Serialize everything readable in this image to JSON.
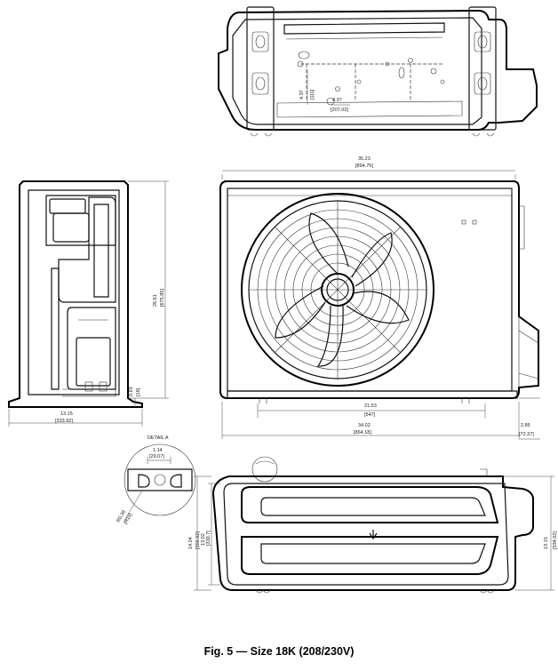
{
  "caption": "Fig. 5 — Size 18K (208/230V)",
  "detail_label": "DETAIL A",
  "dimensions": {
    "top_inner_width": "4.37",
    "top_inner_width_mm": "[111]",
    "top_offset": "4.37",
    "top_offset_mm": "[207.03]",
    "front_width": "35.23",
    "front_width_mm": "[894.75]",
    "front_height": "26.61",
    "front_height_mm": "[675.85]",
    "side_base_width": "13.15",
    "side_base_width_mm": "[333.92]",
    "side_foot_height": "0.63",
    "side_foot_height_mm": "[16]",
    "base_span": "21.53",
    "base_span_mm": "[547]",
    "overall_width": "34.02",
    "overall_width_mm": "[864.18]",
    "right_offset": "2.85",
    "right_offset_mm": "[72.37]",
    "detail_slot_width": "1.14",
    "detail_slot_width_mm": "[29.07]",
    "detail_slot_radius": "R0.39",
    "detail_slot_radius_mm": "[R10]",
    "bottom_depth": "14.04",
    "bottom_depth_mm": "[356.62]",
    "bottom_inner_depth": "13.02",
    "bottom_inner_depth_mm": "[330.7]",
    "bottom_right_depth": "13.15",
    "bottom_right_depth_mm": "[334.02]"
  }
}
